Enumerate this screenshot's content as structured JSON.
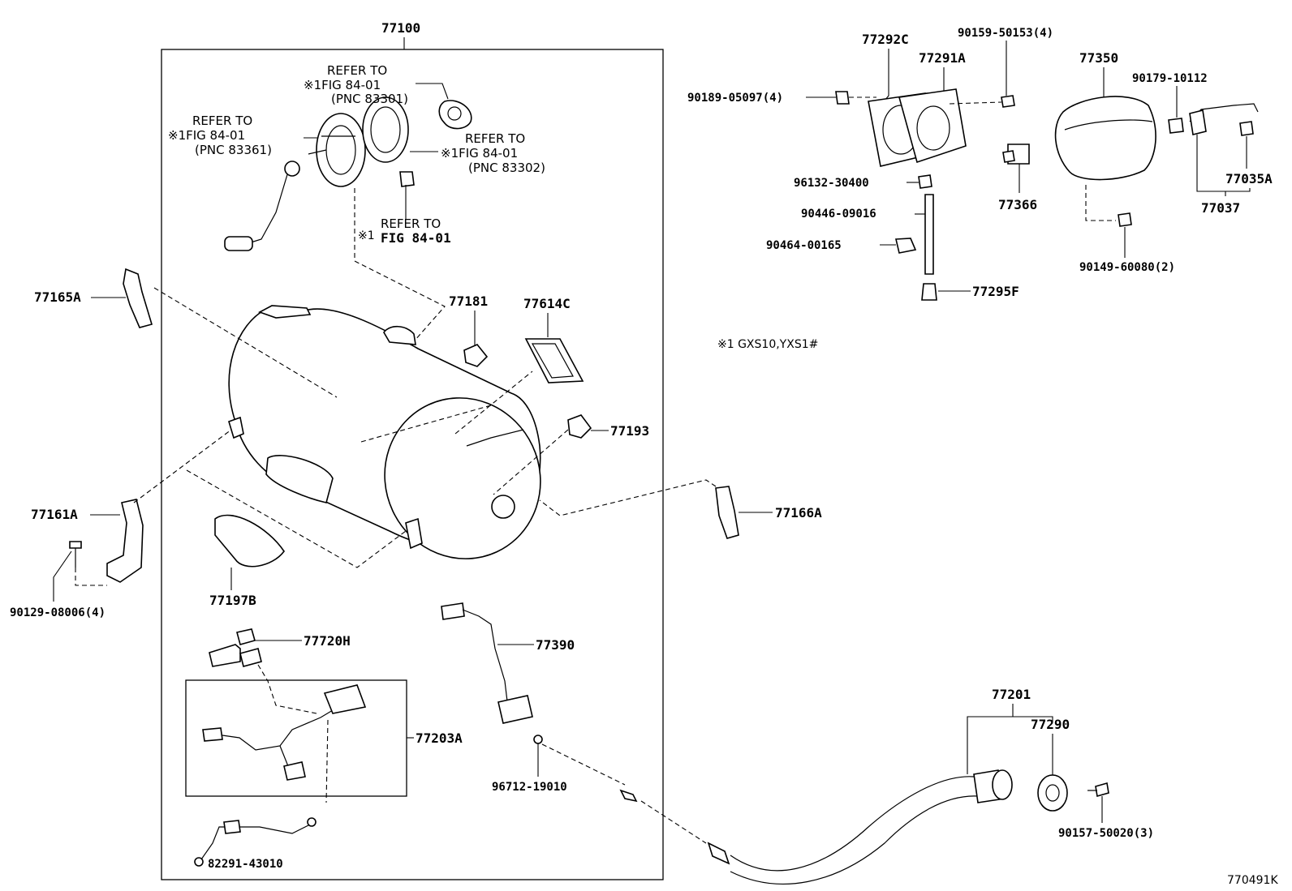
{
  "assembly": "77100",
  "refer": {
    "r1": {
      "line1": "REFER TO",
      "line2": "※1FIG 84-01",
      "line3": "(PNC 83301)"
    },
    "r2": {
      "line1": "REFER TO",
      "line2": "※1FIG 84-01",
      "line3": "(PNC 83361)"
    },
    "r3": {
      "line1": "REFER TO",
      "line2": "※1FIG 84-01",
      "line3": "(PNC 83302)"
    },
    "r4": {
      "line1": "REFER TO",
      "mark": "※1",
      "line2": "FIG 84-01"
    }
  },
  "parts": {
    "p77165A": "77165A",
    "p77181": "77181",
    "p77614C": "77614C",
    "p77193": "77193",
    "p77161A": "77161A",
    "p77166A": "77166A",
    "p90129": "90129-08006(4)",
    "p77197B": "77197B",
    "p77720H": "77720H",
    "p77203A": "77203A",
    "p82291": "82291-43010",
    "p77390": "77390",
    "p96712": "96712-19010",
    "p77292C": "77292C",
    "p77291A": "77291A",
    "p90159": "90159-50153(4)",
    "p90189": "90189-05097(4)",
    "p96132": "96132-30400",
    "p90446": "90446-09016",
    "p90464": "90464-00165",
    "p77295F": "77295F",
    "p77366": "77366",
    "p77350": "77350",
    "p90179": "90179-10112",
    "p77035A": "77035A",
    "p77037": "77037",
    "p90149": "90149-60080(2)",
    "p77201": "77201",
    "p77290": "77290",
    "p90157": "90157-50020(3)"
  },
  "footnote": "※1 GXS10,YXS1#",
  "figure_code": "770491K"
}
